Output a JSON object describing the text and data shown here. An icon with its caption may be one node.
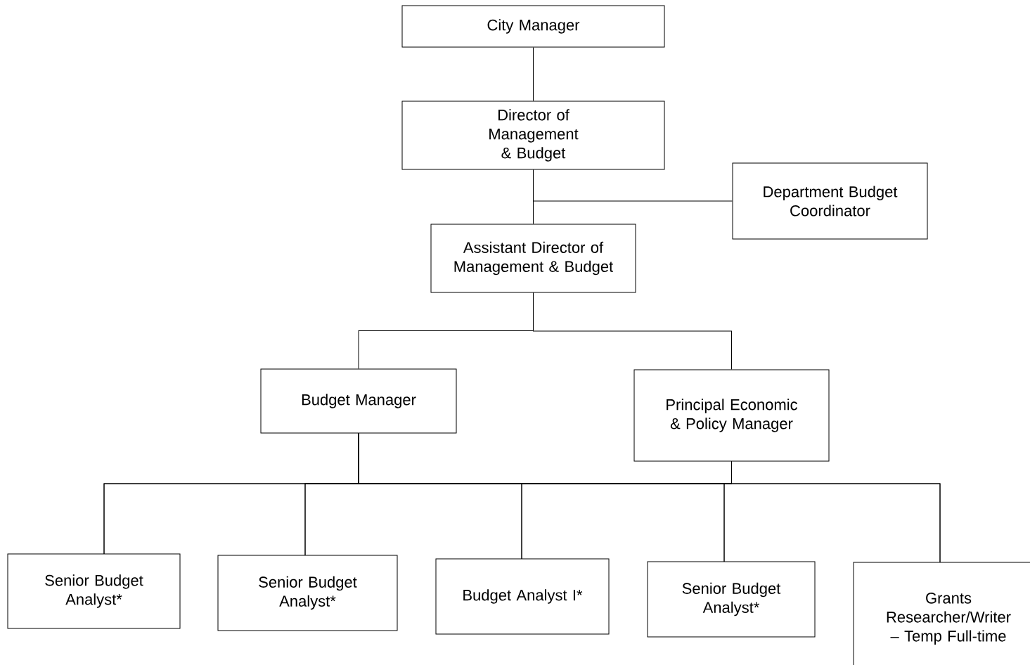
{
  "diagram": {
    "nodes": [
      {
        "text": [
          "City Manager"
        ]
      },
      {
        "text": [
          "Director of Management & Budget"
        ]
      },
      {
        "text": [
          "Department Budget Coordinator"
        ]
      },
      {
        "text": [
          "Assistant Director of Management & Budget"
        ]
      },
      {
        "text": [
          "Budget Manager"
        ]
      },
      {
        "text": [
          "Principal Economic & Policy Manager"
        ]
      },
      {
        "text": [
          "Senior Budget Analyst*"
        ]
      },
      {
        "text": [
          "Senior Budget Analyst*"
        ]
      },
      {
        "text": [
          "Budget Analyst I*"
        ]
      },
      {
        "text": [
          "Senior Budget Analyst*"
        ]
      },
      {
        "text": [
          "Grants Researcher/Writer – Temp Full-time"
        ]
      }
    ],
    "edges": [
      {
        "from": 0,
        "to": 1,
        "arrow": "none"
      },
      {
        "from": 1,
        "to": 3,
        "arrow": "none"
      },
      {
        "from": 1,
        "to": 2,
        "arrow": "none"
      },
      {
        "from": 3,
        "to": 4,
        "arrow": "none"
      },
      {
        "from": 3,
        "to": 5,
        "arrow": "none"
      },
      {
        "from": 4,
        "to": 6,
        "arrow": "none"
      },
      {
        "from": 4,
        "to": 7,
        "arrow": "none"
      },
      {
        "from": 4,
        "to": 8,
        "arrow": "none"
      },
      {
        "from": 4,
        "to": 9,
        "arrow": "none"
      },
      {
        "from": 4,
        "to": 10,
        "arrow": "none"
      },
      {
        "from": 5,
        "to": 6,
        "arrow": "none"
      },
      {
        "from": 5,
        "to": 7,
        "arrow": "none"
      },
      {
        "from": 5,
        "to": 8,
        "arrow": "none"
      },
      {
        "from": 5,
        "to": 9,
        "arrow": "none"
      },
      {
        "from": 5,
        "to": 10,
        "arrow": "none"
      }
    ]
  }
}
